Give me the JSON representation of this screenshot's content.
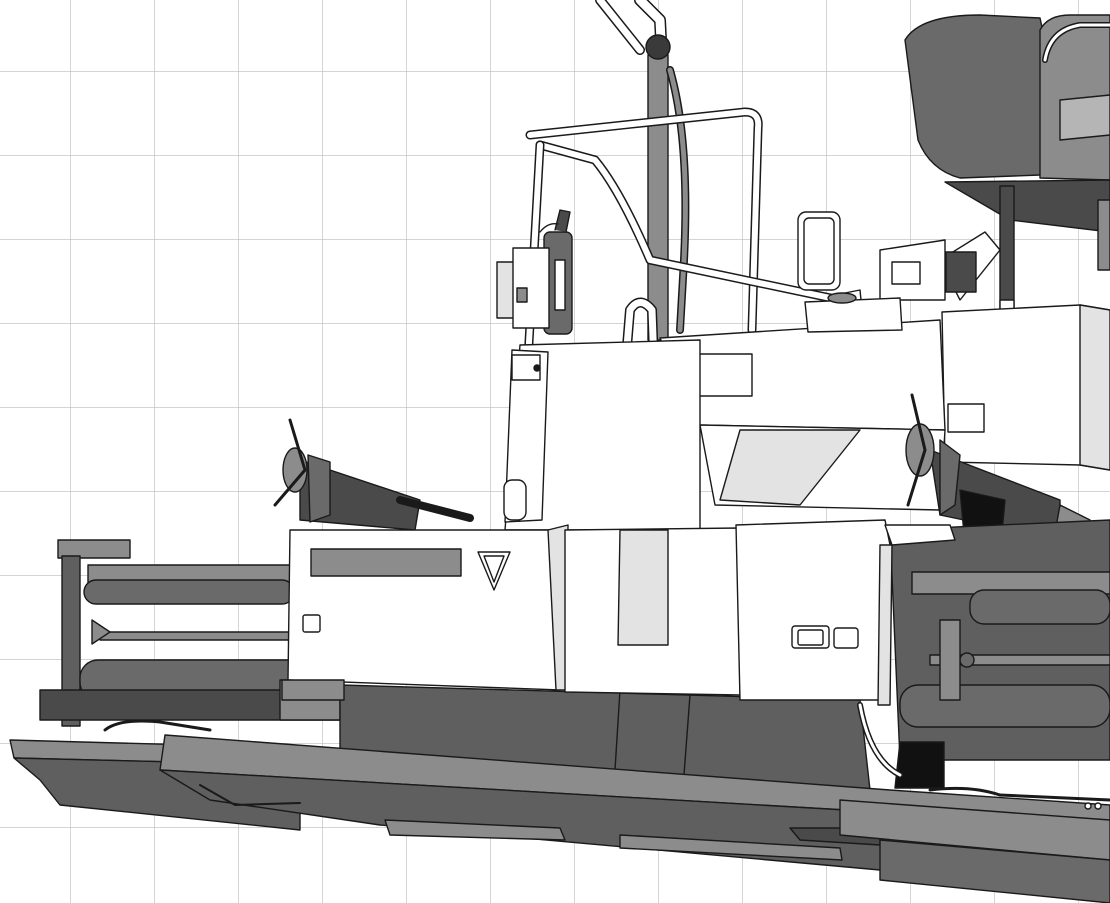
{
  "illustration": {
    "subject": "asphalt-paver-screed-and-operator-platform",
    "style": "grayscale-line-art",
    "background": "square-grid"
  },
  "colors": {
    "background": "#ffffff",
    "grid_line": "#b9b9b9",
    "outline": "#1a1a1a",
    "panel_white": "#ffffff",
    "panel_light": "#e3e3e3",
    "steel_mid": "#8c8c8c",
    "steel_dark": "#5f5f5f",
    "steel_darker": "#4a4a4a",
    "shadow_black": "#111111"
  },
  "icons": [
    "warning-triangle-icon",
    "fire-extinguisher-icon",
    "operator-seat-icon",
    "rear-view-mirror-icon"
  ]
}
